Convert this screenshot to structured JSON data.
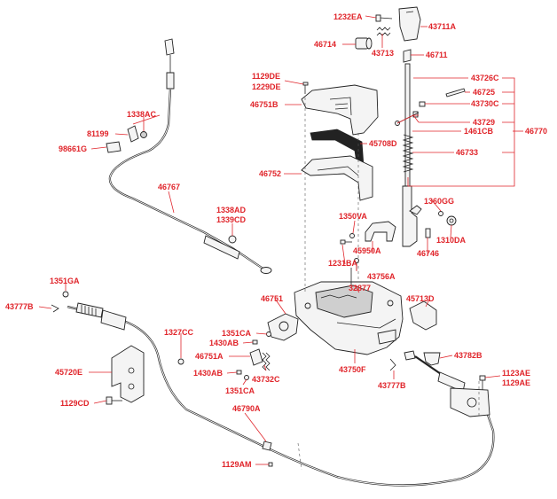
{
  "colors": {
    "label": "#e0242a",
    "line": "#222222"
  },
  "labels": {
    "p1232EA": "1232EA",
    "p43711A": "43711A",
    "p46714": "46714",
    "p43713": "43713",
    "p46711": "46711",
    "p1129DE": "1129DE",
    "p1229DE": "1229DE",
    "p46751B": "46751B",
    "p43726C": "43726C",
    "p46725": "46725",
    "p43730C": "43730C",
    "p43729": "43729",
    "p1461CB": "1461CB",
    "p46770": "46770",
    "p45708D": "45708D",
    "p46733": "46733",
    "p46752": "46752",
    "p1338AC": "1338AC",
    "p81199": "81199",
    "p98661G": "98661G",
    "p46767": "46767",
    "p1338AD": "1338AD",
    "p1339CD": "1339CD",
    "p1360GG": "1360GG",
    "p1350VA": "1350VA",
    "p45950A": "45950A",
    "p1231BA": "1231BA",
    "p1310DA": "1310DA",
    "p46746": "46746",
    "p43756A": "43756A",
    "p32877": "32877",
    "p1351GA": "1351GA",
    "p43777B_left": "43777B",
    "p46751": "46751",
    "p45713D": "45713D",
    "p1327CC": "1327CC",
    "p1351CA_top": "1351CA",
    "p1430AB_top": "1430AB",
    "p45720E": "45720E",
    "p46751A": "46751A",
    "p43732C": "43732C",
    "p1430AB_bottom": "1430AB",
    "p1351CA_bottom": "1351CA",
    "p43750F": "43750F",
    "p43782B": "43782B",
    "p43777B_right": "43777B",
    "p1123AE": "1123AE",
    "p1129AE": "1129AE",
    "p1129CD": "1129CD",
    "p46790A": "46790A",
    "p1129AM": "1129AM"
  }
}
